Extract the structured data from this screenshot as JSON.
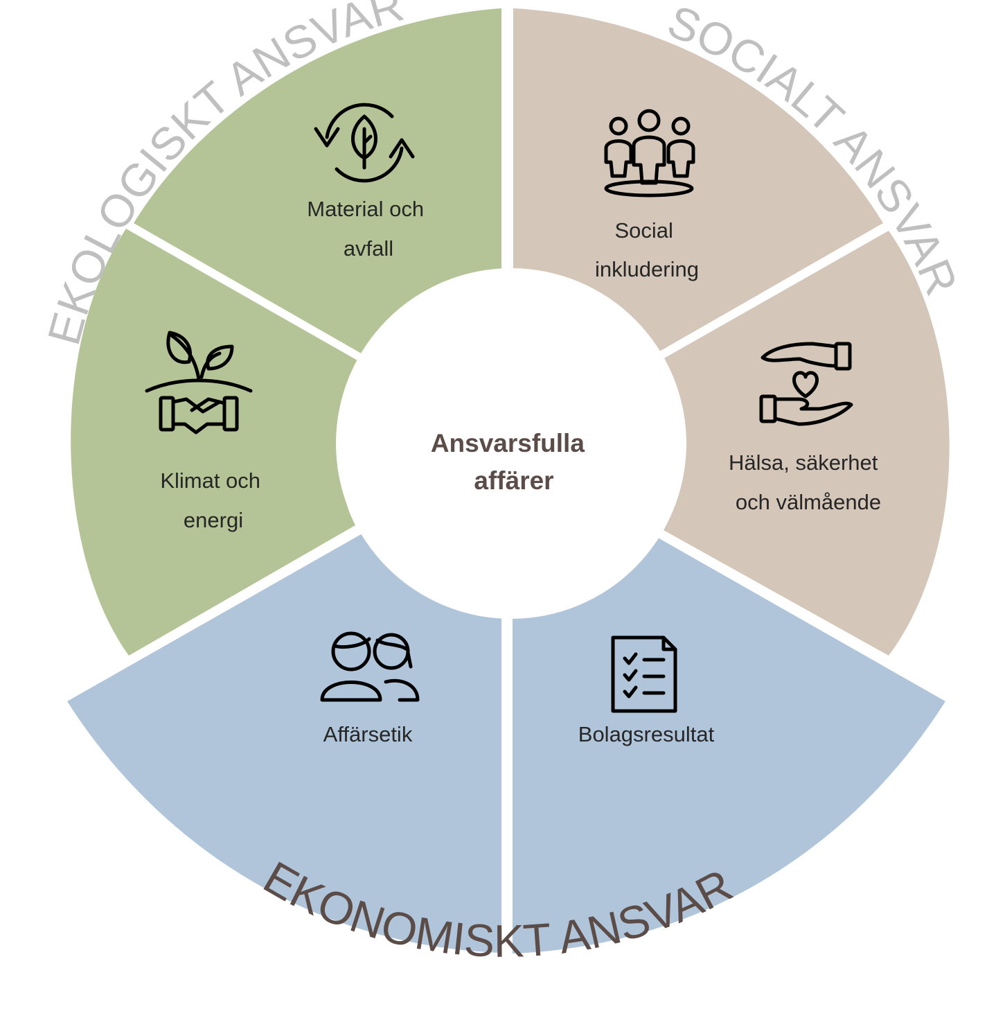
{
  "center": {
    "line1": "Ansvarsfulla",
    "line2": "affärer"
  },
  "rings": {
    "ecological": {
      "label": "EKOLOGISKT ANSVAR",
      "color": "#bfbfbf"
    },
    "social": {
      "label": "SOCIALT ANSVAR",
      "color": "#bfbfbf"
    },
    "economic": {
      "label": "EKONOMISKT ANSVAR",
      "color": "#5b4c48"
    }
  },
  "segments": {
    "material": {
      "line1": "Material och",
      "line2": "avfall",
      "icon": "recycle-leaf-icon",
      "color": "#b5c496"
    },
    "climate": {
      "line1": "Klimat och",
      "line2": "energi",
      "icon": "plant-handshake-icon",
      "color": "#b5c496"
    },
    "social": {
      "line1": "Social",
      "line2": "inkludering",
      "icon": "people-group-icon",
      "color": "#d4c6b8"
    },
    "health": {
      "line1": "Hälsa, säkerhet",
      "line2": "och välmående",
      "icon": "hands-heart-icon",
      "color": "#d4c6b8"
    },
    "ethics": {
      "line1": "Affärsetik",
      "icon": "two-persons-icon",
      "color": "#b0c5da"
    },
    "results": {
      "line1": "Bolagsresultat",
      "icon": "checklist-icon",
      "color": "#b0c5da"
    }
  }
}
